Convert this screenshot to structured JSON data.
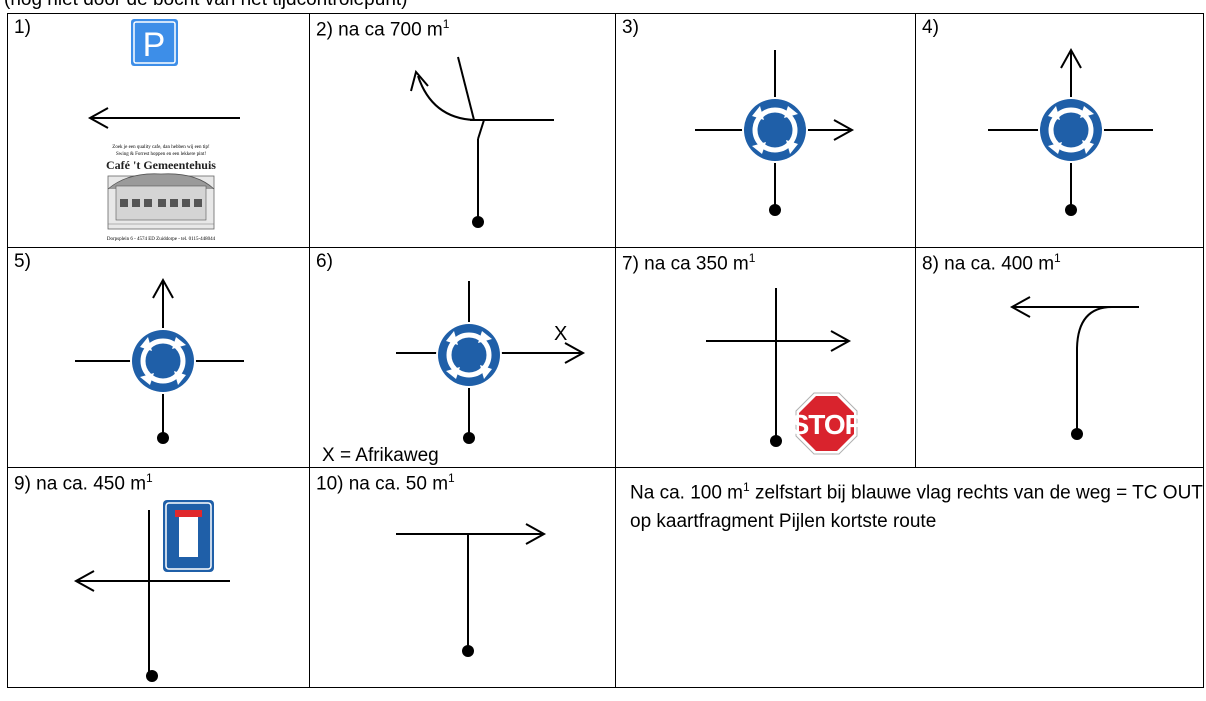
{
  "header": {
    "text": "(nog niet door de bocht van het tijdcontrolepunt)"
  },
  "cells": [
    {
      "id": 1,
      "label": "1)"
    },
    {
      "id": 2,
      "label": "2) na ca 700 m",
      "sup": "1"
    },
    {
      "id": 3,
      "label": "3)"
    },
    {
      "id": 4,
      "label": "4)"
    },
    {
      "id": 5,
      "label": "5)"
    },
    {
      "id": 6,
      "label": "6)",
      "x_mark": "X",
      "bottom_text": "X = Afrikaweg"
    },
    {
      "id": 7,
      "label": "7) na ca 350 m",
      "sup": "1",
      "sign_text": "STOP"
    },
    {
      "id": 8,
      "label": "8) na ca. 400 m",
      "sup": "1"
    },
    {
      "id": 9,
      "label": "9) na ca. 450 m",
      "sup": "1"
    },
    {
      "id": 10,
      "label": "10) na ca. 50 m",
      "sup": "1"
    }
  ],
  "note": {
    "pre": "Na ca. 100 m",
    "sup": "1",
    "post": " zelfstart bij blauwe vlag rechts van de weg = TC OUT op kaartfragment Pijlen kortste route"
  },
  "cafe_sign": {
    "parking_letter": "P",
    "tagline_1": "Zoek je een quality cafe, dan hebben wij een tip!",
    "tagline_2": "Swing & Forrest hoppen en een lekkere pint!",
    "name": "Café 't Gemeentehuis",
    "address": "Dorpsplein 6 - 4574 ED Zuiddorpe - tel. 0115-448044"
  },
  "colors": {
    "sign_blue": "#1f5fa8",
    "parking_blue": "#3d8ee8",
    "stop_red": "#d9232d",
    "dead_end_red": "#e0282c"
  }
}
